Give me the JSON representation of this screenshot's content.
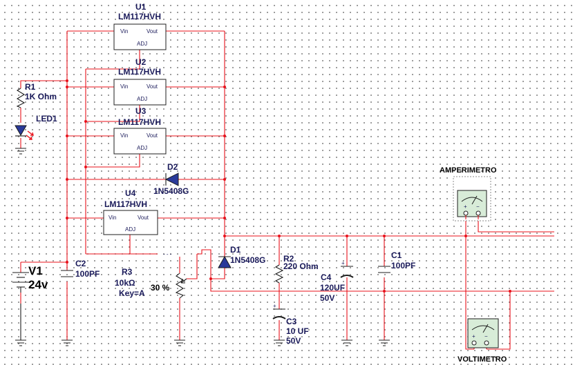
{
  "components": {
    "u1": {
      "ref": "U1",
      "part": "LM117HVH",
      "pin_in": "Vin",
      "pin_out": "Vout",
      "pin_adj": "ADJ"
    },
    "u2": {
      "ref": "U2",
      "part": "LM117HVH",
      "pin_in": "Vin",
      "pin_out": "Vout",
      "pin_adj": "ADJ"
    },
    "u3": {
      "ref": "U3",
      "part": "LM117HVH",
      "pin_in": "Vin",
      "pin_out": "Vout",
      "pin_adj": "ADJ"
    },
    "u4": {
      "ref": "U4",
      "part": "LM117HVH",
      "pin_in": "Vin",
      "pin_out": "Vout",
      "pin_adj": "ADJ"
    },
    "r1": {
      "ref": "R1",
      "value": "1K Ohm"
    },
    "led1": {
      "ref": "LED1"
    },
    "d1": {
      "ref": "D1",
      "part": "1N5408G"
    },
    "d2": {
      "ref": "D2",
      "part": "1N5408G"
    },
    "r2": {
      "ref": "R2",
      "value": "220 Ohm"
    },
    "r3": {
      "ref": "R3",
      "value": "10kΩ",
      "key": "Key=A",
      "setting": "30 %"
    },
    "v1": {
      "ref": "V1",
      "value": "24v"
    },
    "c1": {
      "ref": "C1",
      "value": "100PF"
    },
    "c2": {
      "ref": "C2",
      "value": "100PF"
    },
    "c3": {
      "ref": "C3",
      "value": "10 UF",
      "voltage": "50V"
    },
    "c4": {
      "ref": "C4",
      "value": "120UF",
      "voltage": "50V"
    },
    "ammeter": {
      "label": "AMPERIMETRO",
      "plus": "+",
      "minus": "−"
    },
    "voltmeter": {
      "label": "VOLTIMETRO",
      "plus": "+",
      "minus": "−"
    },
    "polarity_mark": "+",
    "dashes": "- - -"
  },
  "colors": {
    "wire": "#e8101a",
    "component": "#1c1c1c",
    "label": "#1a1a5a",
    "meter_face": "#d8ecd8",
    "meter_border": "#8a8a8a",
    "background_grid": "#6a6a6a"
  }
}
